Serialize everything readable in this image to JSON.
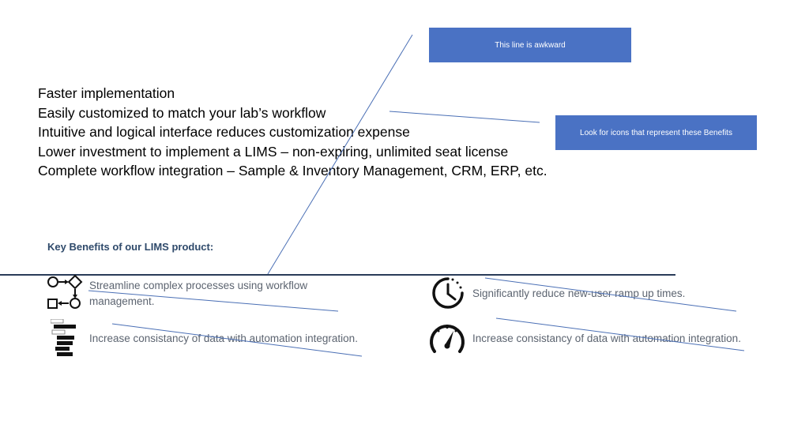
{
  "bullets": [
    "Faster implementation",
    "Easily customized to match your lab’s workflow",
    "Intuitive and logical interface reduces customization expense",
    "Lower investment to implement a LIMS – non-expiring, unlimited seat license",
    "Complete workflow integration – Sample & Inventory Management, CRM, ERP, etc."
  ],
  "callouts": {
    "first": "This line is awkward",
    "second": "Look for icons that represent these Benefits"
  },
  "section": {
    "title": "Key Benefits of our LIMS product:"
  },
  "benefits": {
    "workflow": "Streamline complex processes using workflow management.",
    "ramp_up": "Significantly reduce new-user ramp up times.",
    "consistency_left": "Increase consistancy of data with automation integration.",
    "consistency_right": "Increase consistancy of data with automation integration."
  },
  "icons": {
    "workflow": "workflow-diagram-icon",
    "ramp_up": "clock-icon",
    "consistency_left": "bar-stack-icon",
    "consistency_right": "speedometer-icon"
  },
  "colors": {
    "callout_fill": "#4a72c4",
    "annotation_line": "#4a6fb5",
    "divider": "#2a3c58",
    "section_title": "#2f4a6b",
    "benefit_text": "#5c6470"
  }
}
